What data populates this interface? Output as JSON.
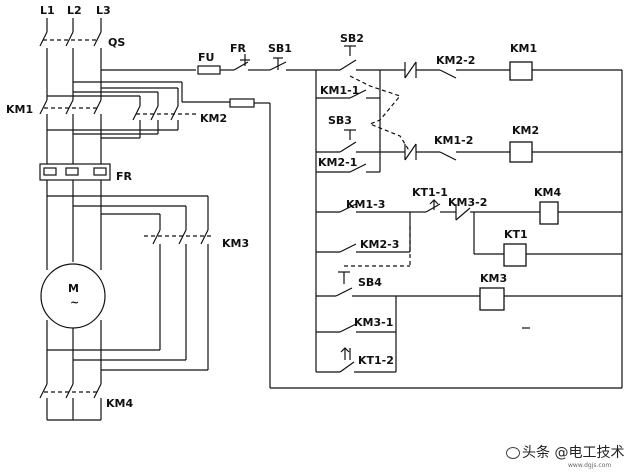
{
  "labels": {
    "L1": "L1",
    "L2": "L2",
    "L3": "L3",
    "QS": "QS",
    "KM1_main": "KM1",
    "KM2_main": "KM2",
    "FR_main": "FR",
    "KM3_main": "KM3",
    "KM4_main": "KM4",
    "motor_M": "M",
    "motor_tilde": "~",
    "FU": "FU",
    "FR_ctrl": "FR",
    "SB1": "SB1",
    "SB2": "SB2",
    "SB3": "SB3",
    "SB4": "SB4",
    "KM1_1": "KM1-1",
    "KM1_2": "KM1-2",
    "KM1_3": "KM1-3",
    "KM2_1": "KM2-1",
    "KM2_2": "KM2-2",
    "KM2_3": "KM2-3",
    "KM3_1": "KM3-1",
    "KM3_2": "KM3-2",
    "KT1_1": "KT1-1",
    "KT1_2": "KT1-2",
    "coil_KM1": "KM1",
    "coil_KM2": "KM2",
    "coil_KM3": "KM3",
    "coil_KM4": "KM4",
    "coil_KT1": "KT1"
  },
  "watermark": {
    "text": "头条 @电工技术",
    "sub": "www.dgjs.com"
  }
}
